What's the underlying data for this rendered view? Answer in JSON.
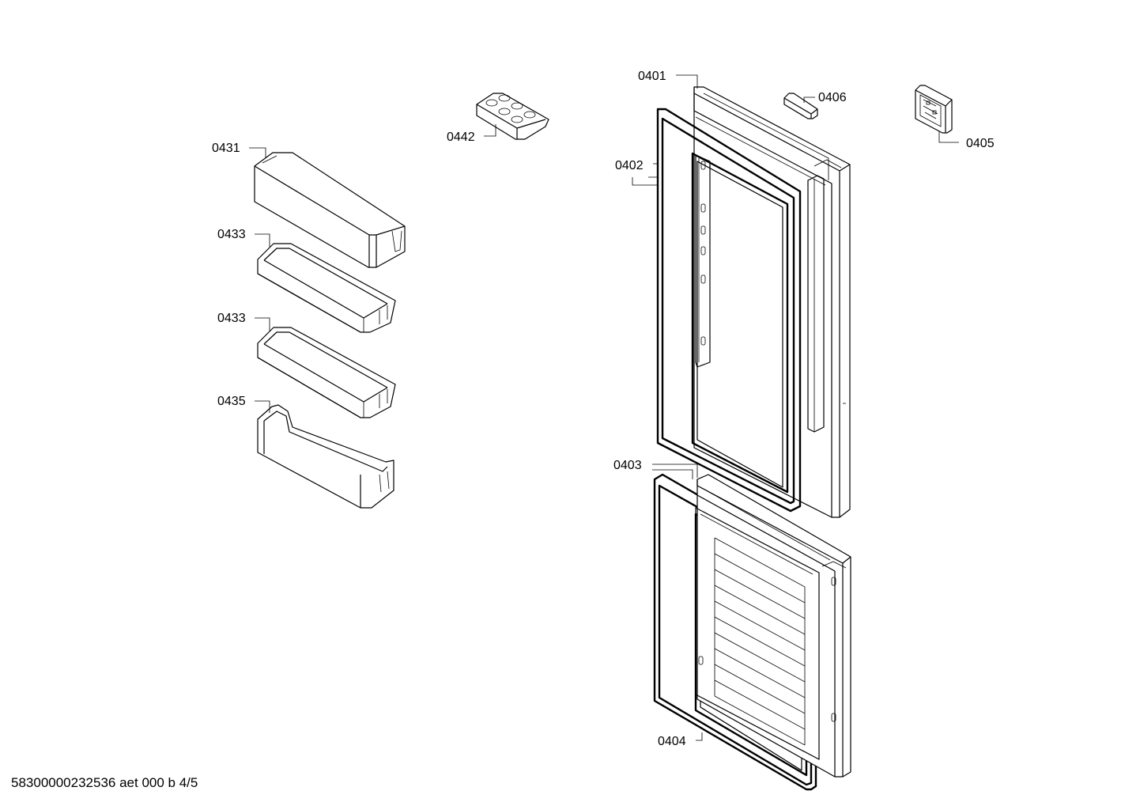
{
  "diagram": {
    "labels": {
      "p0401": "0401",
      "p0402": "0402",
      "p0403": "0403",
      "p0404": "0404",
      "p0405": "0405",
      "p0406": "0406",
      "p0431": "0431",
      "p0433a": "0433",
      "p0433b": "0433",
      "p0435": "0435",
      "p0442": "0442"
    },
    "footer": "58300000232536 aet 000 b 4/5"
  }
}
